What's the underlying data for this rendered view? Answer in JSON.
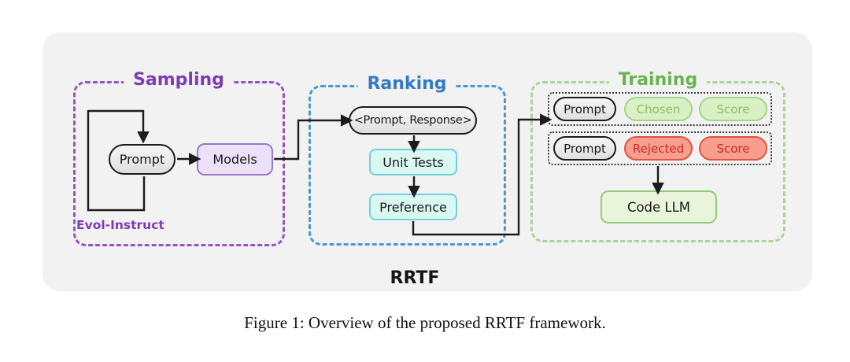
{
  "figure": {
    "rrtf_label": "RRTF",
    "caption": "Figure 1: Overview of the proposed RRTF framework."
  },
  "sampling": {
    "title": "Sampling",
    "prompt": "Prompt",
    "models": "Models",
    "evol_instruct": "Evol-Instruct"
  },
  "ranking": {
    "title": "Ranking",
    "prompt_response": "<Prompt, Response>",
    "unit_tests": "Unit Tests",
    "preference": "Preference"
  },
  "training": {
    "title": "Training",
    "row1": {
      "prompt": "Prompt",
      "chosen": "Chosen",
      "score": "Score"
    },
    "row2": {
      "prompt": "Prompt",
      "rejected": "Rejected",
      "score": "Score"
    },
    "code_llm": "Code LLM"
  },
  "colors": {
    "panel_bg": "#f2f2f3",
    "sampling_accent": "#8e4ec2",
    "ranking_accent": "#3a80c6",
    "training_accent": "#6cb352",
    "chosen_green": "#8cc360",
    "rejected_red": "#d9453a"
  }
}
